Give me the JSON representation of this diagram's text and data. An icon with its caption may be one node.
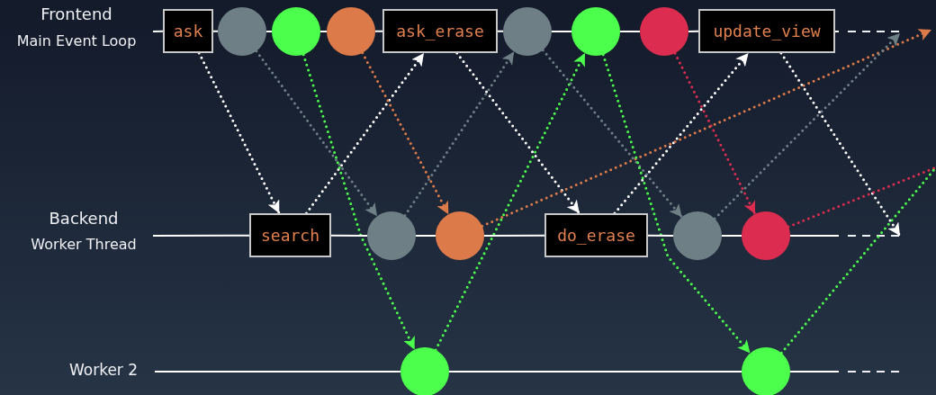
{
  "diagram": {
    "nodes": [
      {
        "text": [
          "ask"
        ]
      },
      {
        "text": [],
        "shape": "circle"
      },
      {
        "text": [],
        "shape": "circle"
      },
      {
        "text": [],
        "shape": "circle"
      },
      {
        "text": [
          "ask_erase"
        ]
      },
      {
        "text": [],
        "shape": "circle"
      },
      {
        "text": [],
        "shape": "circle"
      },
      {
        "text": [],
        "shape": "circle"
      },
      {
        "text": [
          "update_view"
        ]
      },
      {
        "text": [
          "search"
        ]
      },
      {
        "text": [],
        "shape": "circle"
      },
      {
        "text": [],
        "shape": "circle"
      },
      {
        "text": [
          "do_erase"
        ]
      },
      {
        "text": [],
        "shape": "circle"
      },
      {
        "text": [],
        "shape": "circle"
      },
      {
        "text": [],
        "shape": "circle"
      },
      {
        "text": [],
        "shape": "circle"
      }
    ],
    "edges": [
      {
        "from": 0,
        "to": 9,
        "arrow": "to",
        "style": "dashed"
      },
      {
        "from": 9,
        "to": 4,
        "arrow": "to",
        "style": "dashed"
      },
      {
        "from": 1,
        "to": 10,
        "arrow": "to",
        "style": "dashed",
        "color": "#6e7f86"
      },
      {
        "from": 2,
        "to": 15,
        "arrow": "to",
        "style": "dashed",
        "color": "#4cff4c"
      },
      {
        "from": 3,
        "to": 11,
        "arrow": "to",
        "style": "dashed",
        "color": "#dc7a4a"
      },
      {
        "from": 10,
        "to": 5,
        "arrow": "to",
        "style": "dashed",
        "color": "#6e7f86"
      },
      {
        "from": 15,
        "to": 6,
        "arrow": "to",
        "style": "dashed",
        "color": "#4cff4c"
      },
      {
        "from": 4,
        "to": 12,
        "arrow": "to",
        "style": "dashed"
      },
      {
        "from": 12,
        "to": 8,
        "arrow": "to",
        "style": "dashed"
      },
      {
        "from": 11,
        "to": null,
        "arrow": "to",
        "style": "dashed",
        "color": "#dc7a4a"
      },
      {
        "from": 5,
        "to": 13,
        "arrow": "to",
        "style": "dashed",
        "color": "#6e7f86"
      },
      {
        "from": 6,
        "to": 16,
        "arrow": "to",
        "style": "dashed",
        "color": "#4cff4c"
      },
      {
        "from": 7,
        "to": 14,
        "arrow": "to",
        "style": "dashed",
        "color": "#dc2d50"
      },
      {
        "from": 13,
        "to": null,
        "arrow": "to",
        "style": "dashed",
        "color": "#6e7f86"
      },
      {
        "from": 8,
        "to": null,
        "arrow": "to",
        "style": "dashed"
      },
      {
        "from": 14,
        "to": null,
        "arrow": "none",
        "style": "dashed",
        "color": "#dc2d50"
      },
      {
        "from": 16,
        "to": null,
        "arrow": "none",
        "style": "dashed",
        "color": "#4cff4c"
      },
      {
        "from": null,
        "to": 0,
        "arrow": "none"
      },
      {
        "from": 0,
        "to": 1,
        "arrow": "none"
      },
      {
        "from": 1,
        "to": 2,
        "arrow": "none"
      },
      {
        "from": 2,
        "to": 3,
        "arrow": "none"
      },
      {
        "from": 3,
        "to": 4,
        "arrow": "none"
      },
      {
        "from": 4,
        "to": 5,
        "arrow": "none"
      },
      {
        "from": 5,
        "to": 6,
        "arrow": "none"
      },
      {
        "from": 6,
        "to": 7,
        "arrow": "none"
      },
      {
        "from": 7,
        "to": 8,
        "arrow": "none"
      },
      {
        "from": 8,
        "to": null,
        "arrow": "none"
      },
      {
        "from": null,
        "to": 9,
        "arrow": "none"
      },
      {
        "from": 9,
        "to": 10,
        "arrow": "none"
      },
      {
        "from": 10,
        "to": 11,
        "arrow": "none"
      },
      {
        "from": 11,
        "to": 12,
        "arrow": "none"
      },
      {
        "from": 12,
        "to": 13,
        "arrow": "none"
      },
      {
        "from": 13,
        "to": 14,
        "arrow": "none"
      },
      {
        "from": 14,
        "to": null,
        "arrow": "none"
      },
      {
        "from": null,
        "to": 15,
        "arrow": "none"
      },
      {
        "from": 15,
        "to": 16,
        "arrow": "none"
      },
      {
        "from": 16,
        "to": null,
        "arrow": "none"
      }
    ],
    "labels": [
      "Frontend",
      "Main Event Loop",
      "Backend",
      "Worker Thread",
      "Worker 2"
    ]
  }
}
